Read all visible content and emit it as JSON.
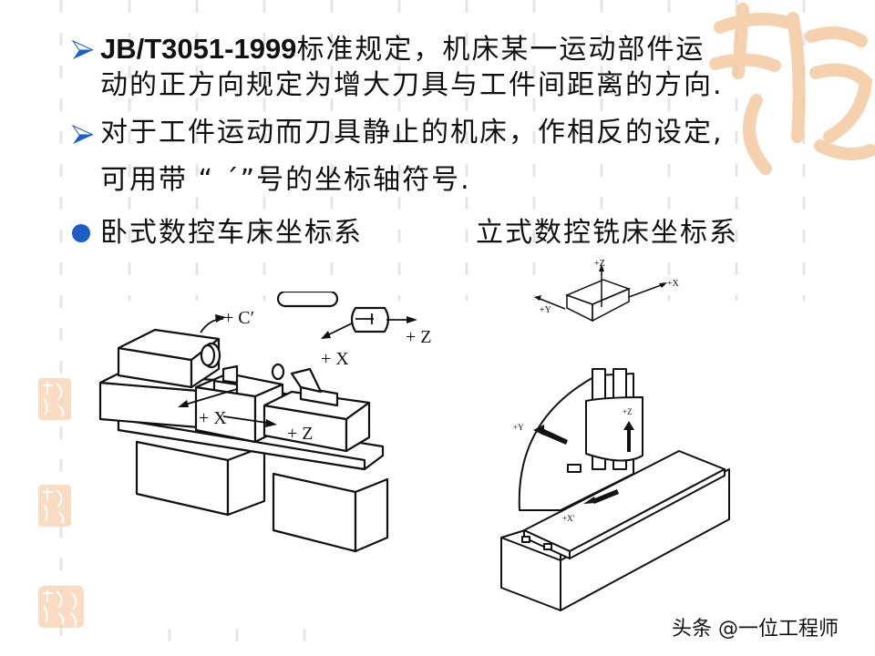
{
  "slide": {
    "bullets": [
      {
        "marker": "arrowhead-bullet",
        "lines": [
          {
            "bold_prefix": "JB/T3051-1999",
            "text": "标准规定，机床某一运动部件运"
          },
          {
            "text": "动的正方向规定为增大刀具与工件间距离的方向."
          }
        ]
      },
      {
        "marker": "arrowhead-bullet",
        "lines": [
          {
            "text": "对于工件运动而刀具静止的机床，作相反的设定,"
          },
          {
            "text": "可用带 “ ´”号的坐标轴符号."
          }
        ]
      },
      {
        "marker": "circle-bullet",
        "lines": [
          {
            "text": "卧式数控车床坐标系"
          },
          {
            "text": "立式数控铣床坐标系"
          }
        ]
      }
    ],
    "figures": {
      "lathe": {
        "labels": {
          "c_prime": "+ C′",
          "z_top": "+ Z",
          "x_top": "+ X",
          "x_carriage": "+ X",
          "z_carriage": "+ Z"
        }
      },
      "mill_axes": {
        "labels": {
          "z": "+Z",
          "x": "+X",
          "y": "+Y"
        }
      },
      "mill": {
        "labels": {
          "y": "+Y",
          "z": "+Z",
          "x_prime": "+X′"
        }
      }
    },
    "watermark": "头条 @一位工程师",
    "colors": {
      "bullet_blue": "#1a5fc8",
      "seal_orange": "#f5c9a0",
      "guide_gray": "#e2e2e2",
      "text": "#111111"
    }
  }
}
